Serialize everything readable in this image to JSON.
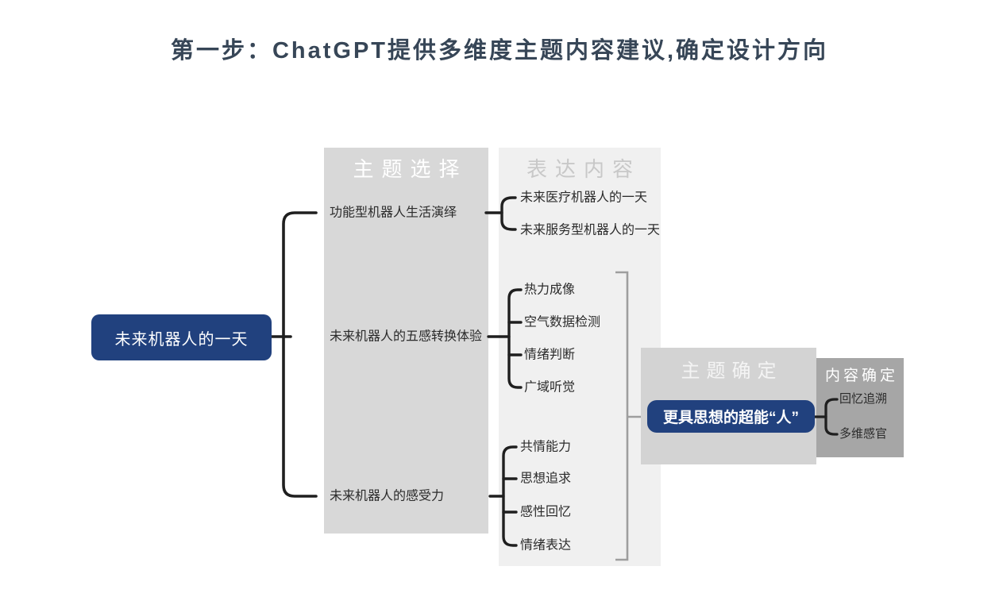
{
  "title": "第一步：ChatGPT提供多维度主题内容建议,确定设计方向",
  "root": {
    "label": "未来机器人的一天"
  },
  "columns": {
    "topic_selection": {
      "header": "主题选择",
      "items": [
        "功能型机器人生活演绎",
        "未来机器人的五感转换体验",
        "未来机器人的感受力"
      ]
    },
    "expression": {
      "header": "表达内容",
      "groups": [
        [
          "未来医疗机器人的一天",
          "未来服务型机器人的一天"
        ],
        [
          "热力成像",
          "空气数据检测",
          "情绪判断",
          "广域听觉"
        ],
        [
          "共情能力",
          "思想追求",
          "感性回忆",
          "情绪表达"
        ]
      ]
    },
    "theme_final": {
      "header": "主题确定",
      "node": "更具思想的超能“人”"
    },
    "content_final": {
      "header": "内容确定",
      "items": [
        "回忆追溯",
        "多维感官"
      ]
    }
  },
  "colors": {
    "accent_navy": "#21417E",
    "topic_column_bg": "#D8D8D8",
    "expression_column_bg": "#F0F0F0",
    "theme_box_bg": "#D3D3D3",
    "content_box_bg": "#A6A6A6",
    "connector_black": "#1F1F1F",
    "connector_gray": "#9E9E9E",
    "title_text": "#374657"
  }
}
